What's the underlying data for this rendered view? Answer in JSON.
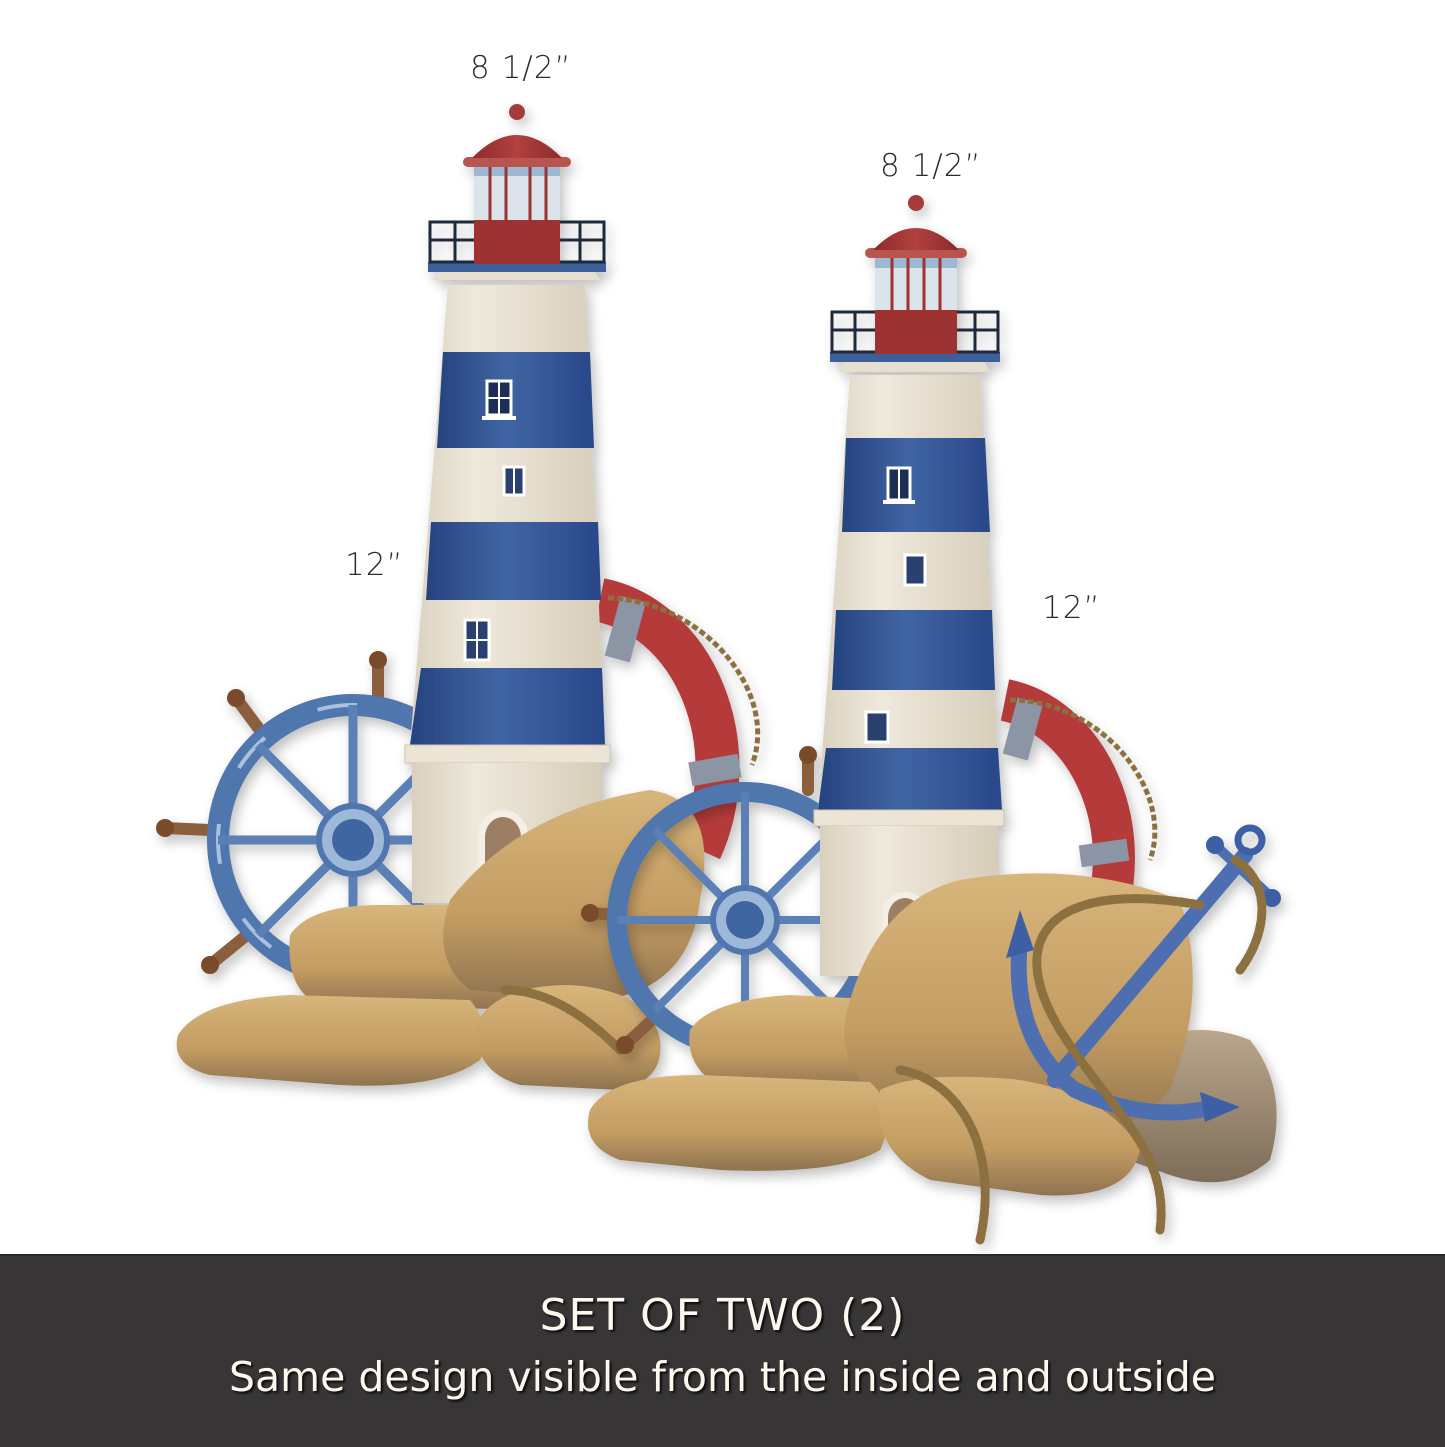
{
  "product_image": {
    "subject": "Two nautical lighthouse decor pieces with ship wheel, life ring, anchor, rope and rocks",
    "colors": {
      "navy_stripe": "#2f4f8f",
      "cream": "#e9e2d4",
      "lantern_red": "#9d3030",
      "life_ring_red": "#b53a3a",
      "rock_tan": "#c9a46a",
      "wheel_blue": "#4f76ad",
      "rope_brown": "#8c7040",
      "banner_bg": "#383536",
      "banner_text": "#fbf8ee"
    }
  },
  "dimensions": {
    "left_piece": {
      "width_label": "8 1/2”",
      "height_label": "12”"
    },
    "right_piece": {
      "width_label": "8 1/2”",
      "height_label": "12”"
    }
  },
  "banner": {
    "title": "SET OF TWO (2)",
    "subtitle": "Same design visible from the inside and outside"
  }
}
